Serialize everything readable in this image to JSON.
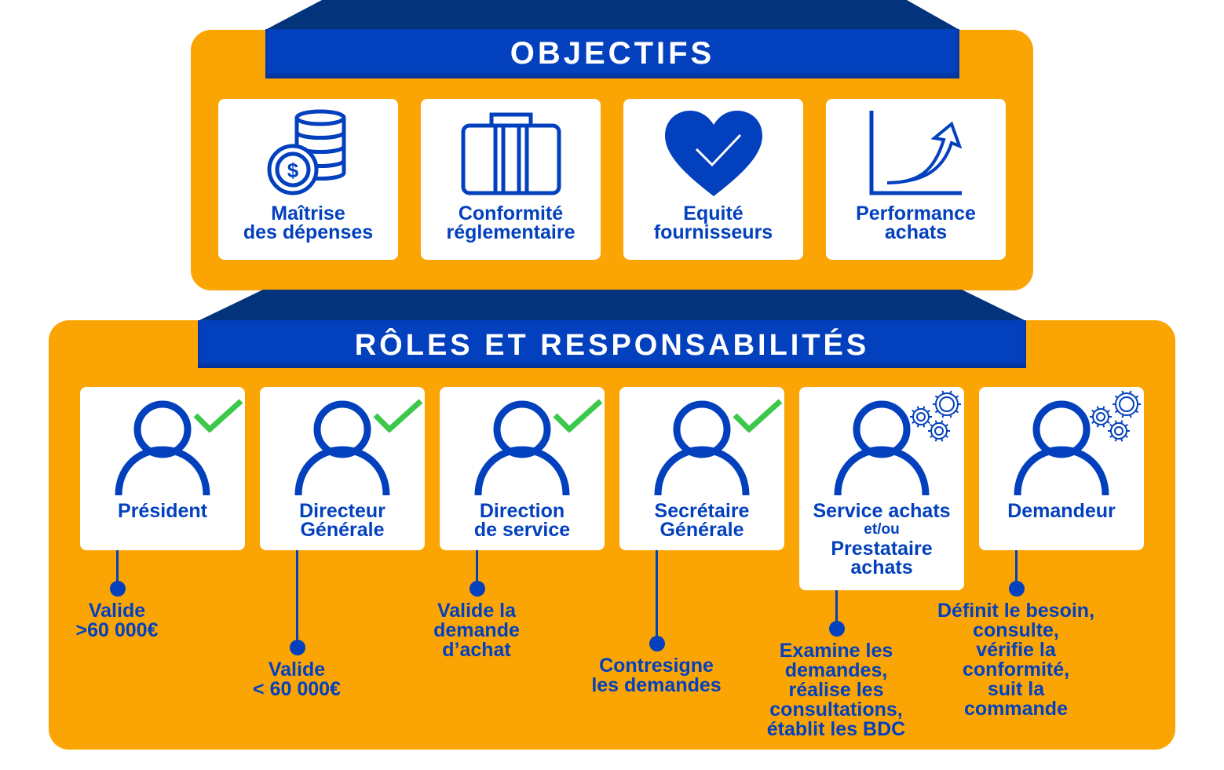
{
  "objectives": {
    "title": "OBJECTIFS",
    "items": [
      {
        "line1": "Maîtrise",
        "line2": "des dépenses",
        "icon": "coins-dollar-icon"
      },
      {
        "line1": "Conformité",
        "line2": "réglementaire",
        "icon": "briefcase-icon"
      },
      {
        "line1": "Equité",
        "line2": "fournisseurs",
        "icon": "heart-check-icon"
      },
      {
        "line1": "Performance",
        "line2": "achats",
        "icon": "growth-chart-icon"
      }
    ]
  },
  "roles": {
    "title": "RÔLES ET RESPONSABILITÉS",
    "items": [
      {
        "line1": "Président",
        "desc": [
          "Valide",
          ">60 000€"
        ],
        "badge": "check-icon"
      },
      {
        "line1": "Directeur",
        "line2": "Générale",
        "desc": [
          "Valide",
          "< 60 000€"
        ],
        "badge": "check-icon"
      },
      {
        "line1": "Direction",
        "line2": "de service",
        "desc": [
          "Valide la",
          "demande",
          "d’achat"
        ],
        "badge": "check-icon"
      },
      {
        "line1": "Secrétaire",
        "line2": "Générale",
        "desc": [
          "Contresigne",
          "les demandes"
        ],
        "badge": "check-icon"
      },
      {
        "line1": "Service achats",
        "mid": "et/ou",
        "line2": "Prestataire",
        "line3": "achats",
        "desc": [
          "Examine les",
          "demandes,",
          "réalise les",
          "consultations,",
          "établit les BDC"
        ],
        "badge": "gears-icon"
      },
      {
        "line1": "Demandeur",
        "desc": [
          "Définit le besoin,",
          "consulte,",
          "vérifie la",
          "conformité,",
          "suit la",
          "commande"
        ],
        "badge": "gears-icon"
      }
    ]
  },
  "colors": {
    "orange": "#FBA504",
    "blue": "#0340BE",
    "navy": "#03337A",
    "green": "#3CC84A"
  }
}
